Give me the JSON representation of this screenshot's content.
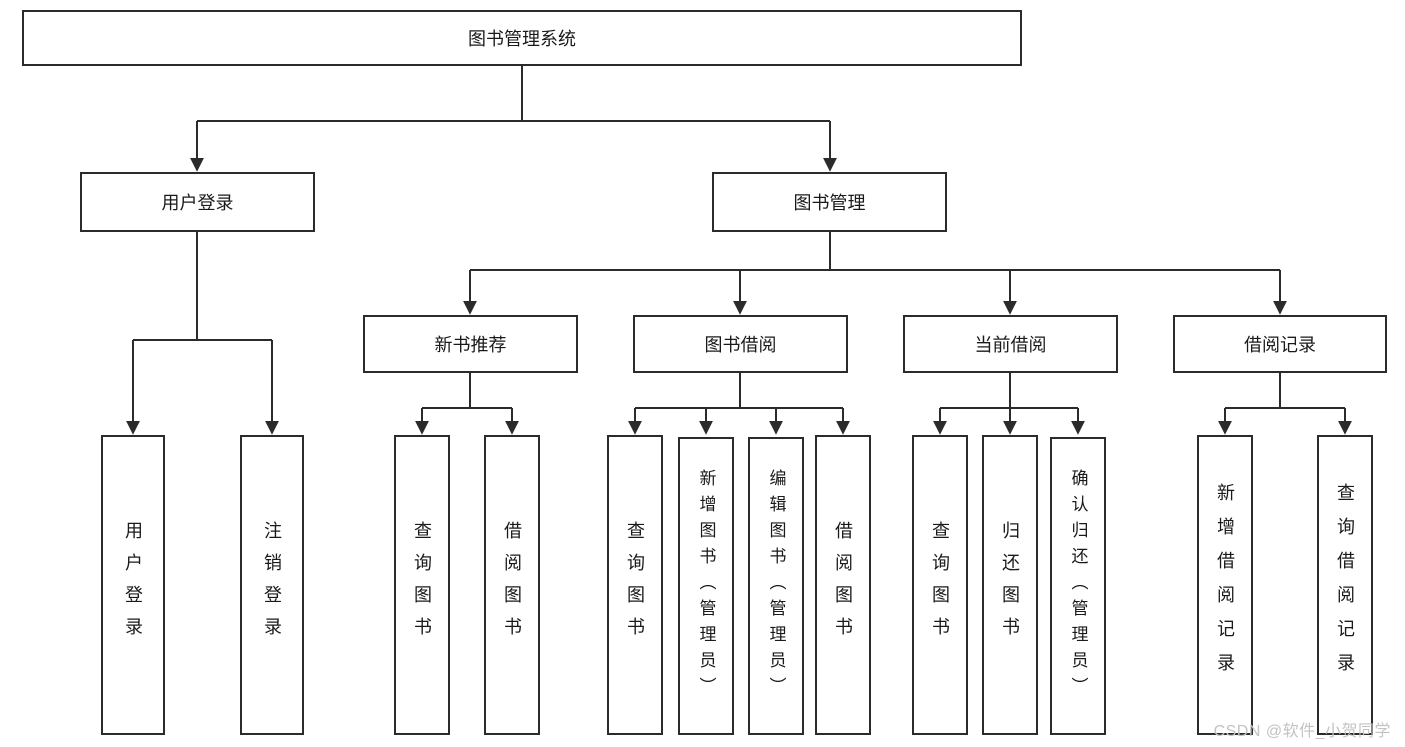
{
  "diagram": {
    "root": {
      "label": "图书管理系统"
    },
    "user_login": {
      "label": "用户登录",
      "children": [
        {
          "label": "用户登录"
        },
        {
          "label": "注销登录"
        }
      ]
    },
    "book_management": {
      "label": "图书管理",
      "groups": [
        {
          "label": "新书推荐",
          "children": [
            {
              "label": "查询图书"
            },
            {
              "label": "借阅图书"
            }
          ]
        },
        {
          "label": "图书借阅",
          "children": [
            {
              "label": "查询图书"
            },
            {
              "label": "新增图书（管理员）"
            },
            {
              "label": "编辑图书（管理员）"
            },
            {
              "label": "借阅图书"
            }
          ]
        },
        {
          "label": "当前借阅",
          "children": [
            {
              "label": "查询图书"
            },
            {
              "label": "归还图书"
            },
            {
              "label": "确认归还（管理员）"
            }
          ]
        },
        {
          "label": "借阅记录",
          "children": [
            {
              "label": "新增借阅记录"
            },
            {
              "label": "查询借阅记录"
            }
          ]
        }
      ]
    }
  },
  "watermark": {
    "text": "CSDN @软件_小贺同学"
  },
  "colors": {
    "line": "#2b2b2b",
    "box_border": "#2b2b2b",
    "background": "#ffffff",
    "watermark": "#c4c3c3"
  }
}
